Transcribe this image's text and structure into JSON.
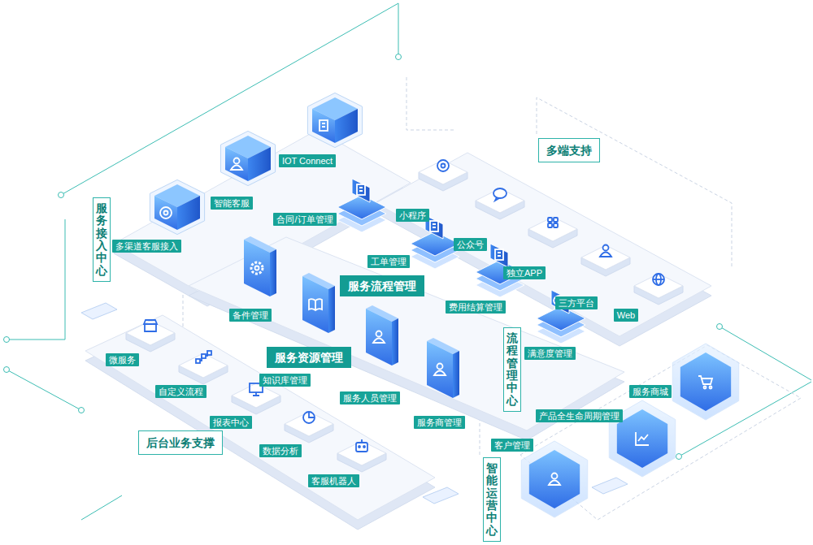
{
  "diagram": {
    "nodes": [
      {
        "text": [
          "服务接入中心"
        ]
      },
      {
        "text": [
          "多渠道客服接入"
        ],
        "in": 0
      },
      {
        "text": [
          "智能客服"
        ],
        "in": 0
      },
      {
        "text": [
          "IOT Connect"
        ],
        "in": 0
      },
      {
        "text": [
          "多端支持"
        ]
      },
      {
        "text": [
          "小程序"
        ],
        "in": 4
      },
      {
        "text": [
          "公众号"
        ],
        "in": 4
      },
      {
        "text": [
          "独立APP"
        ],
        "in": 4
      },
      {
        "text": [
          "三方平台"
        ],
        "in": 4
      },
      {
        "text": [
          "Web"
        ],
        "in": 4
      },
      {
        "text": [
          "流程管理中心"
        ]
      },
      {
        "text": [
          "服务流程管理"
        ],
        "in": 10
      },
      {
        "text": [
          "合同/订单管理"
        ],
        "in": 10
      },
      {
        "text": [
          "工单管理"
        ],
        "in": 10
      },
      {
        "text": [
          "费用结算管理"
        ],
        "in": 10
      },
      {
        "text": [
          "满意度管理"
        ],
        "in": 10
      },
      {
        "text": [
          "服务资源管理"
        ],
        "in": 10
      },
      {
        "text": [
          "备件管理"
        ],
        "in": 10
      },
      {
        "text": [
          "知识库管理"
        ],
        "in": 10
      },
      {
        "text": [
          "服务人员管理"
        ],
        "in": 10
      },
      {
        "text": [
          "服务商管理"
        ],
        "in": 10
      },
      {
        "text": [
          "后台业务支撑"
        ]
      },
      {
        "text": [
          "微服务"
        ],
        "in": 21
      },
      {
        "text": [
          "自定义流程"
        ],
        "in": 21
      },
      {
        "text": [
          "报表中心"
        ],
        "in": 21
      },
      {
        "text": [
          "数据分析"
        ],
        "in": 21
      },
      {
        "text": [
          "客服机器人"
        ],
        "in": 21
      },
      {
        "text": [
          "智能运营中心"
        ]
      },
      {
        "text": [
          "客户管理"
        ],
        "in": 27
      },
      {
        "text": [
          "产品全生命周期管理"
        ],
        "in": 27
      },
      {
        "text": [
          "服务商城"
        ],
        "in": 27
      }
    ]
  }
}
